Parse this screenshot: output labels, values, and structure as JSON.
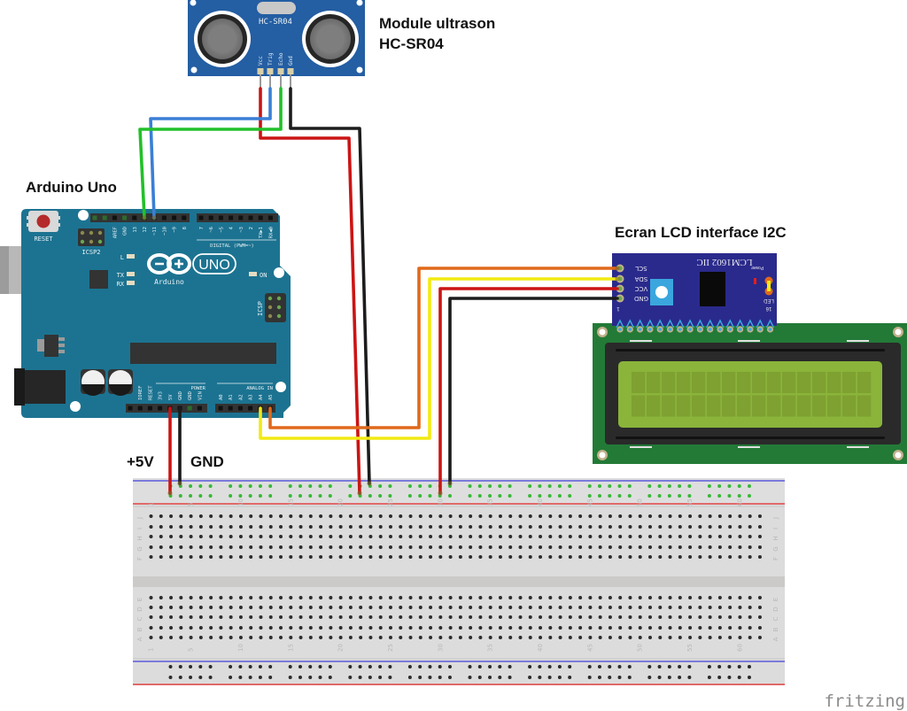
{
  "labels": {
    "sensor_title_line1": "Module ultrason",
    "sensor_title_line2": "HC-SR04",
    "arduino_title": "Arduino Uno",
    "lcd_title": "Ecran LCD interface I2C",
    "plus5v": "+5V",
    "gnd": "GND",
    "watermark": "fritzing"
  },
  "sensor": {
    "name": "HC-SR04",
    "pins": [
      "Vcc",
      "Trig",
      "Echo",
      "Gnd"
    ]
  },
  "arduino": {
    "reset_label": "RESET",
    "icsp2_label": "ICSP2",
    "icsp_label": "ICSP",
    "led_labels": [
      "L",
      "TX",
      "RX",
      "ON"
    ],
    "logo_text": "Arduino",
    "uno_text": "UNO",
    "digital_label": "DIGITAL (PWM=~)",
    "power_label": "POWER",
    "analog_label": "ANALOG IN",
    "digital_pins": [
      "AREF",
      "GND",
      "13",
      "12",
      "~11",
      "~10",
      "~9",
      "8",
      "7",
      "~6",
      "~5",
      "4",
      "~3",
      "2",
      "TX▶1",
      "RX◀0"
    ],
    "power_pins": [
      "IOREF",
      "RESET",
      "3V3",
      "5V",
      "GND",
      "GND",
      "VIN"
    ],
    "analog_pins": [
      "A0",
      "A1",
      "A2",
      "A3",
      "A4",
      "A5"
    ]
  },
  "i2c_module": {
    "name": "LCM1602 IIC",
    "pins": [
      "SCL",
      "SDA",
      "VCC",
      "GND"
    ],
    "power_label": "Power",
    "led_label": "LED",
    "pin1_label": "1",
    "pin16_label": "16"
  },
  "lcd": {
    "columns": 16,
    "rows": 2
  },
  "breadboard": {
    "row_letters_top": [
      "J",
      "I",
      "H",
      "G",
      "F"
    ],
    "row_letters_bottom": [
      "E",
      "D",
      "C",
      "B",
      "A"
    ],
    "column_numbers": [
      "1",
      "5",
      "10",
      "15",
      "20",
      "25",
      "30",
      "35",
      "40",
      "45",
      "50",
      "55",
      "60"
    ]
  },
  "wires": [
    {
      "name": "vcc-wire",
      "from": "HC-SR04 Vcc",
      "to": "Breadboard + rail",
      "color": "#cc1414"
    },
    {
      "name": "trig-wire",
      "from": "HC-SR04 Trig",
      "to": "Arduino ~11",
      "color": "#3a7fd5"
    },
    {
      "name": "echo-wire",
      "from": "HC-SR04 Echo",
      "to": "Arduino 12",
      "color": "#22c02a"
    },
    {
      "name": "gnd-wire",
      "from": "HC-SR04 Gnd",
      "to": "Breadboard - rail",
      "color": "#1c1c1c"
    },
    {
      "name": "5v-wire",
      "from": "Arduino 5V",
      "to": "Breadboard + rail",
      "color": "#cc1414"
    },
    {
      "name": "arduino-gnd-wire",
      "from": "Arduino GND",
      "to": "Breadboard - rail",
      "color": "#1c1c1c"
    },
    {
      "name": "sda-wire",
      "from": "Arduino A4",
      "to": "I2C SDA",
      "color": "#f2ea12"
    },
    {
      "name": "scl-wire",
      "from": "Arduino A5",
      "to": "I2C SCL",
      "color": "#e0691a"
    },
    {
      "name": "lcd-vcc-wire",
      "from": "I2C VCC",
      "to": "Breadboard + rail",
      "color": "#cc1414"
    },
    {
      "name": "lcd-gnd-wire",
      "from": "I2C GND",
      "to": "Breadboard - rail",
      "color": "#1c1c1c"
    }
  ],
  "colors": {
    "arduino_board": "#1c7391",
    "sensor_board": "#245ea3",
    "i2c_board": "#2a2a8c",
    "lcd_pcb": "#237a37",
    "lcd_screen": "#8ab43a",
    "breadboard": "#dadada"
  }
}
